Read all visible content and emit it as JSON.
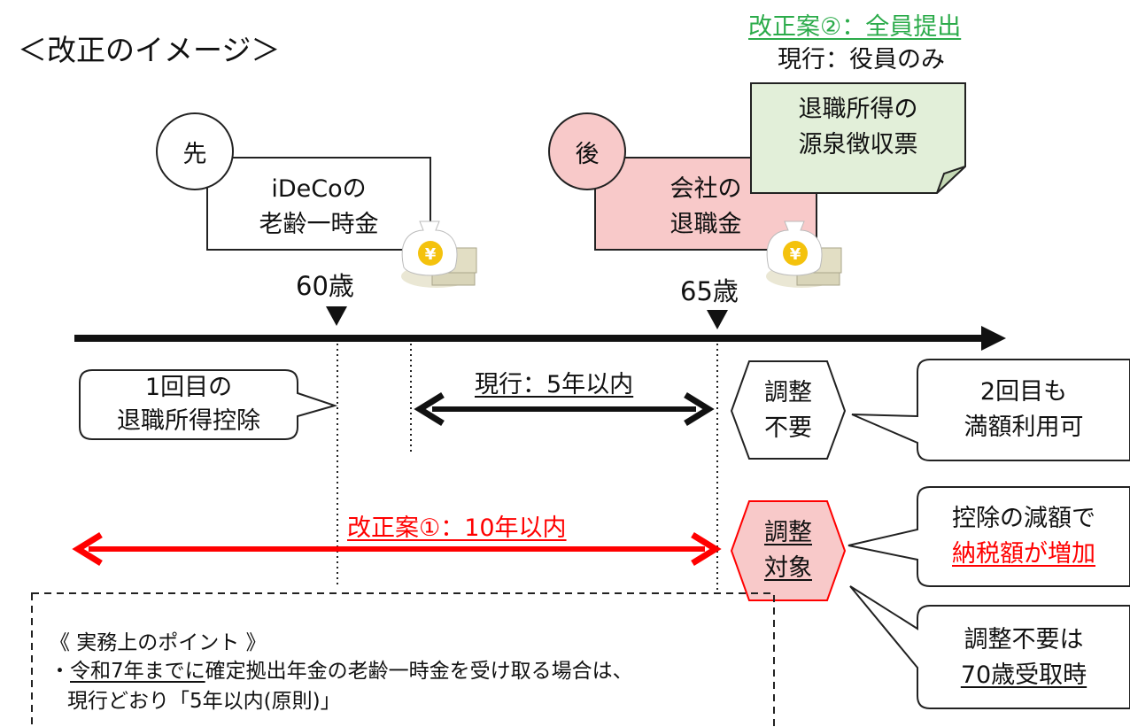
{
  "title": "＜改正のイメージ＞",
  "top_right": {
    "proposal2": "改正案②：全員提出",
    "current_officers": "現行：役員のみ",
    "document_lines": [
      "退職所得の",
      "源泉徴収票"
    ]
  },
  "first": {
    "badge": "先",
    "lines": [
      "iDeCoの",
      "老齢一時金"
    ],
    "age": "60歳"
  },
  "second": {
    "badge": "後",
    "lines": [
      "会社の",
      "退職金"
    ],
    "age": "65歳"
  },
  "callout_first_deduction": [
    "1回目の",
    "退職所得控除"
  ],
  "current_rule": "現行：5年以内",
  "proposal1": "改正案①：10年以内",
  "no_adjustment": [
    "調整",
    "不要"
  ],
  "adjustment_target": [
    "調整",
    "対象"
  ],
  "callout_full_use": [
    "2回目も",
    "満額利用可"
  ],
  "callout_tax_increase": [
    "控除の減額で",
    "納税額が増加"
  ],
  "callout_age70": [
    "調整不要は",
    "70歳受取時"
  ],
  "points": {
    "heading": "《 実務上のポイント 》",
    "bullet_prefix": "・",
    "bullet_underlined": "令和7年までに",
    "bullet_rest": "確定拠出年金の老齢一時金を受け取る場合は、",
    "bullet_line2": "現行どおり「5年以内(原則)」"
  },
  "colors": {
    "green_text": "#2bab4a",
    "red": "#ff0000",
    "pink_fill": "#f8c9c9",
    "green_fill": "#e2efd9"
  }
}
